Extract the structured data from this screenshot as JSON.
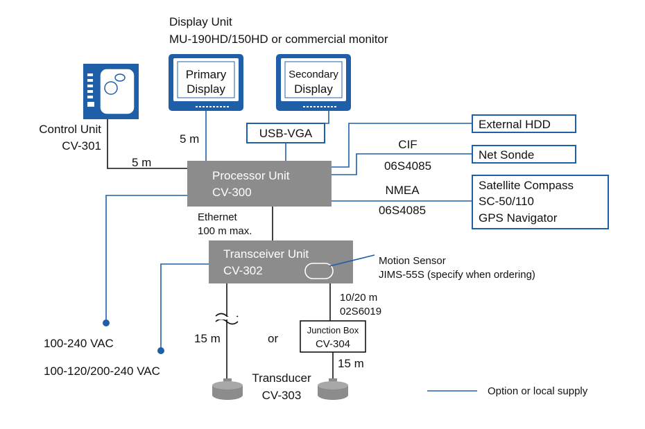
{
  "colors": {
    "accent_blue": "#1f5fa8",
    "unit_gray": "#8c8c8c",
    "line_black": "#111111"
  },
  "display_unit": {
    "title": "Display Unit",
    "model": "MU-190HD/150HD or commercial monitor"
  },
  "primary_display": {
    "line1": "Primary",
    "line2": "Display"
  },
  "secondary_display": {
    "line1": "Secondary",
    "line2": "Display"
  },
  "control_unit": {
    "label": "Control Unit",
    "model": "CV-301"
  },
  "usb_vga": "USB-VGA",
  "processor_unit": {
    "label": "Processor Unit",
    "model": "CV-300"
  },
  "external_hdd": "External HDD",
  "net_sonde": "Net Sonde",
  "satellite_compass": {
    "line1": "Satellite Compass",
    "line2": "SC-50/110",
    "line3": "GPS Navigator"
  },
  "cable_labels": {
    "display_length": "5 m",
    "control_length": "5 m",
    "cif": "CIF",
    "cif_cable": "06S4085",
    "nmea": "NMEA",
    "nmea_cable": "06S4085",
    "ethernet": "Ethernet",
    "ethernet_length": "100 m max.",
    "junction_length": "10/20 m",
    "junction_cable": "02S6019",
    "transducer_length_left": "15 m",
    "transducer_length_right": "15 m",
    "or": "or"
  },
  "transceiver_unit": {
    "label": "Transceiver Unit",
    "model": "CV-302"
  },
  "motion_sensor": {
    "label": "Motion Sensor",
    "model": "JIMS-55S (specify when ordering)"
  },
  "junction_box": {
    "label": "Junction Box",
    "model": "CV-304"
  },
  "power_processor": "100-240 VAC",
  "power_transceiver": "100-120/200-240 VAC",
  "transducer": {
    "label": "Transducer",
    "model": "CV-303"
  },
  "legend": {
    "label": "Option or local supply"
  }
}
